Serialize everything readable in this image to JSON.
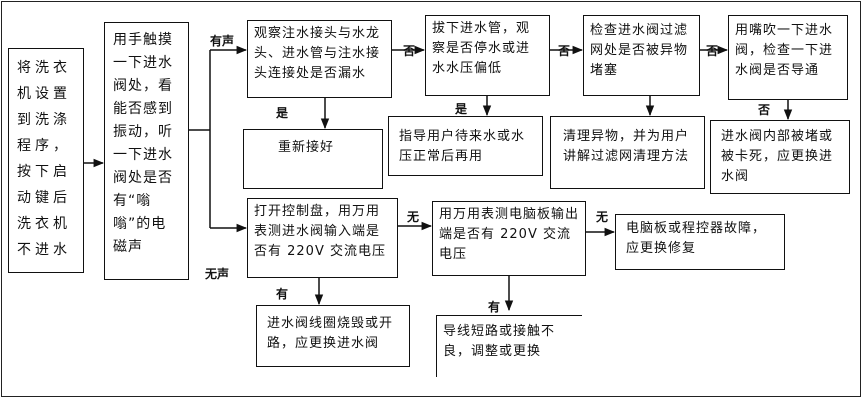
{
  "nodes": {
    "start": "将洗衣机设置到洗涤程序，按下启动键后洗衣机不进水",
    "touch_valve": "用手触摸一下进水阀处，看能否感到振动，听一下进水阀处是否有“嗡嗡”的电磁声",
    "check_leak": "观察注水接头与水龙头、进水管与注水接头连接处是否漏水",
    "reconnect": "重新接好",
    "unplug_pipe": "拔下进水管，观察是否停水或进水水压偏低",
    "guide_user": "指导用户待来水或水压正常后再用",
    "check_filter": "检查进水阀过滤网处是否被异物堵塞",
    "clean_filter": "清理异物，并为用户讲解过滤网清理方法",
    "blow_valve": "用嘴吹一下进水阀，检查一下进水阀是否导通",
    "valve_stuck": "进水阀内部被堵或被卡死，应更换进水阀",
    "measure_input": "打开控制盘，用万用表测进水阀输入端是否有 220V 交流电压",
    "coil_burnt": "进水阀线圈烧毁或开路，应更换进水阀",
    "measure_output": "用万用表测电脑板输出端是否有 220V 交流电压",
    "wire_fault": "导线短路或接触不良，调整或更换",
    "board_fault": "电脑板或程控器故障，应更换修复"
  },
  "labels": {
    "has_sound": "有声",
    "no_sound": "无声",
    "yes_leak": "是",
    "no_leak": "否",
    "yes_pressure": "是",
    "no_pressure": "否",
    "no_filter": "否",
    "no_blow": "否",
    "no_input": "无",
    "has_input": "有",
    "has_output": "有",
    "no_output": "无"
  }
}
